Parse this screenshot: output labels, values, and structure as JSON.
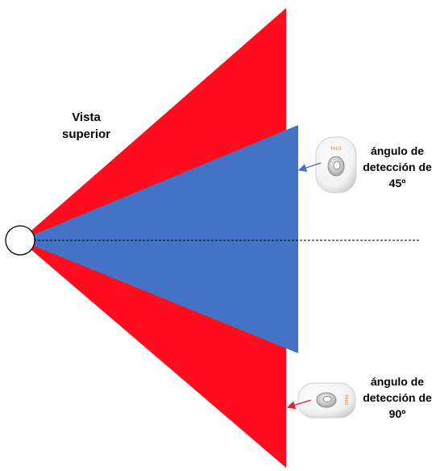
{
  "view_label": {
    "line1": "Vista",
    "line2": "superior"
  },
  "detector_45": {
    "label_line1": "ángulo de",
    "label_line2": "detección de",
    "label_line3": "45º",
    "brand_text": "Hunt"
  },
  "detector_90": {
    "label_line1": "ángulo de",
    "label_line2": "detección de",
    "label_line3": "90º",
    "brand_text": "Hunt"
  },
  "colors": {
    "wide_cone": "#ff0d1e",
    "narrow_cone": "#4472c4",
    "arrow_45": "#4472c4",
    "arrow_90": "#e0202c",
    "center_line": "#000000",
    "brand": "#e8792a"
  }
}
